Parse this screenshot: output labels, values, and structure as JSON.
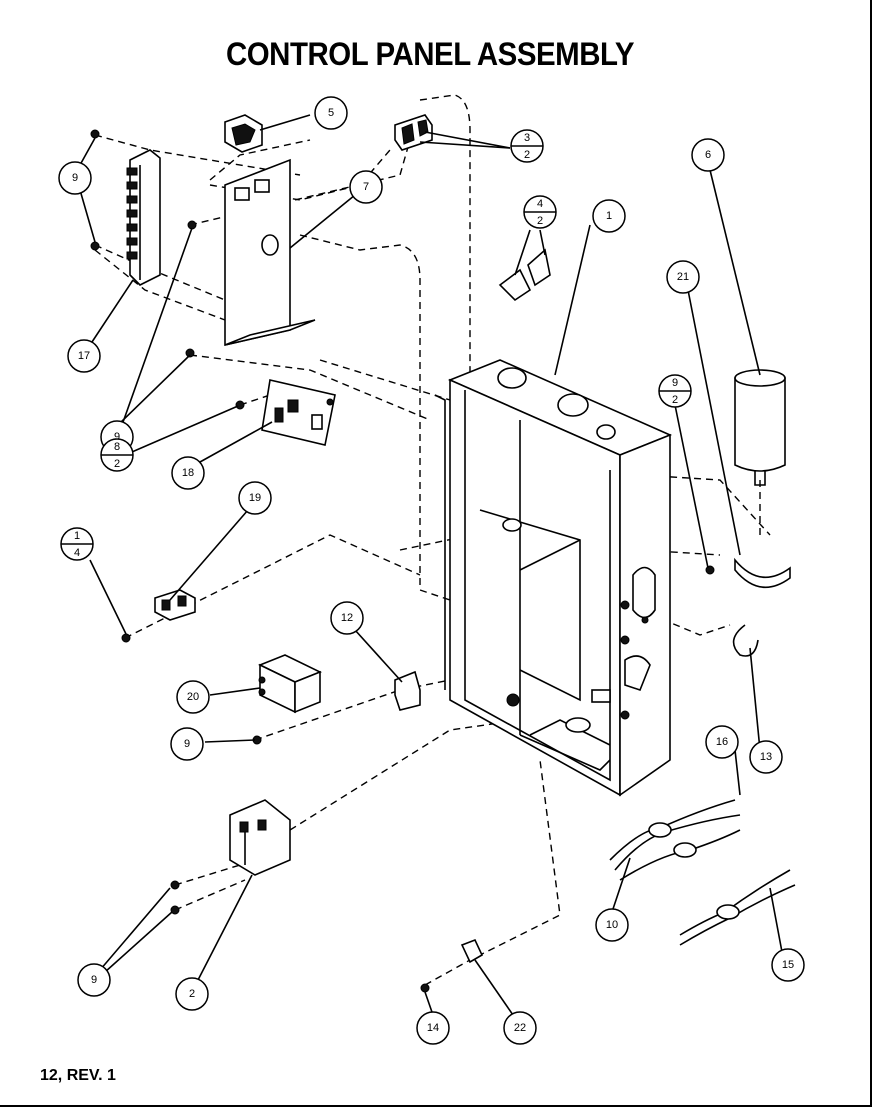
{
  "title": "CONTROL PANEL ASSEMBLY",
  "footer": "12, REV. 1",
  "callouts": [
    {
      "id": "c1",
      "label": "1"
    },
    {
      "id": "c2",
      "label": "2"
    },
    {
      "id": "c5",
      "label": "5"
    },
    {
      "id": "c6",
      "label": "6"
    },
    {
      "id": "c7",
      "label": "7"
    },
    {
      "id": "c9a",
      "label": "9"
    },
    {
      "id": "c9b",
      "label": "9"
    },
    {
      "id": "c9c",
      "label": "9"
    },
    {
      "id": "c9d",
      "label": "9"
    },
    {
      "id": "c10",
      "label": "10"
    },
    {
      "id": "c12",
      "label": "12"
    },
    {
      "id": "c13",
      "label": "13"
    },
    {
      "id": "c14",
      "label": "14"
    },
    {
      "id": "c15",
      "label": "15"
    },
    {
      "id": "c16",
      "label": "16"
    },
    {
      "id": "c17",
      "label": "17"
    },
    {
      "id": "c18",
      "label": "18"
    },
    {
      "id": "c19",
      "label": "19"
    },
    {
      "id": "c20",
      "label": "20"
    },
    {
      "id": "c21",
      "label": "21"
    },
    {
      "id": "c22",
      "label": "22"
    }
  ],
  "fraction_callouts": [
    {
      "id": "f32",
      "top": "3",
      "bottom": "2"
    },
    {
      "id": "f42",
      "top": "4",
      "bottom": "2"
    },
    {
      "id": "f82",
      "top": "8",
      "bottom": "2"
    },
    {
      "id": "f92",
      "top": "9",
      "bottom": "2"
    },
    {
      "id": "f14",
      "top": "1",
      "bottom": "4"
    }
  ]
}
